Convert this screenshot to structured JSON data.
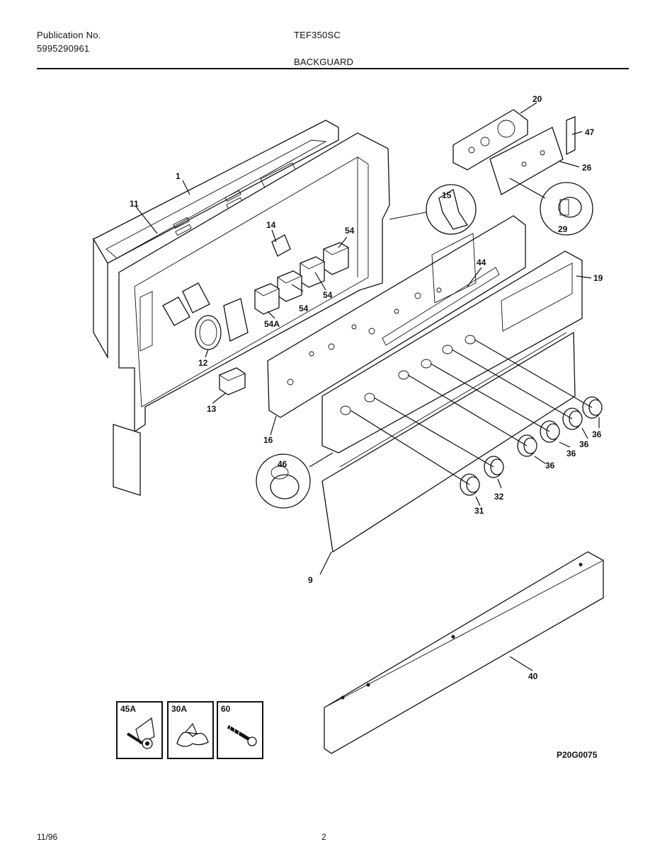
{
  "header": {
    "publication_label": "Publication No.",
    "publication_number": "5995290961",
    "model": "TEF350SC",
    "section": "BACKGUARD"
  },
  "callouts": {
    "c1": "1",
    "c11": "11",
    "c14": "14",
    "c54a": "54",
    "c54b": "54",
    "c54c": "54",
    "c54A": "54A",
    "c12": "12",
    "c13": "13",
    "c16": "16",
    "c15": "15",
    "c20": "20",
    "c47": "47",
    "c26": "26",
    "c29": "29",
    "c44": "44",
    "c19": "19",
    "c46": "46",
    "c36a": "36",
    "c36b": "36",
    "c36c": "36",
    "c36d": "36",
    "c32": "32",
    "c31": "31",
    "c9": "9",
    "c40": "40"
  },
  "hardware": [
    {
      "label": "45A",
      "icon": "screw-with-clip-icon"
    },
    {
      "label": "30A",
      "icon": "wing-nut-clip-icon"
    },
    {
      "label": "60",
      "icon": "screw-icon"
    }
  ],
  "drawing_code": "P20G0075",
  "footer": {
    "date": "11/96",
    "page": "2"
  }
}
